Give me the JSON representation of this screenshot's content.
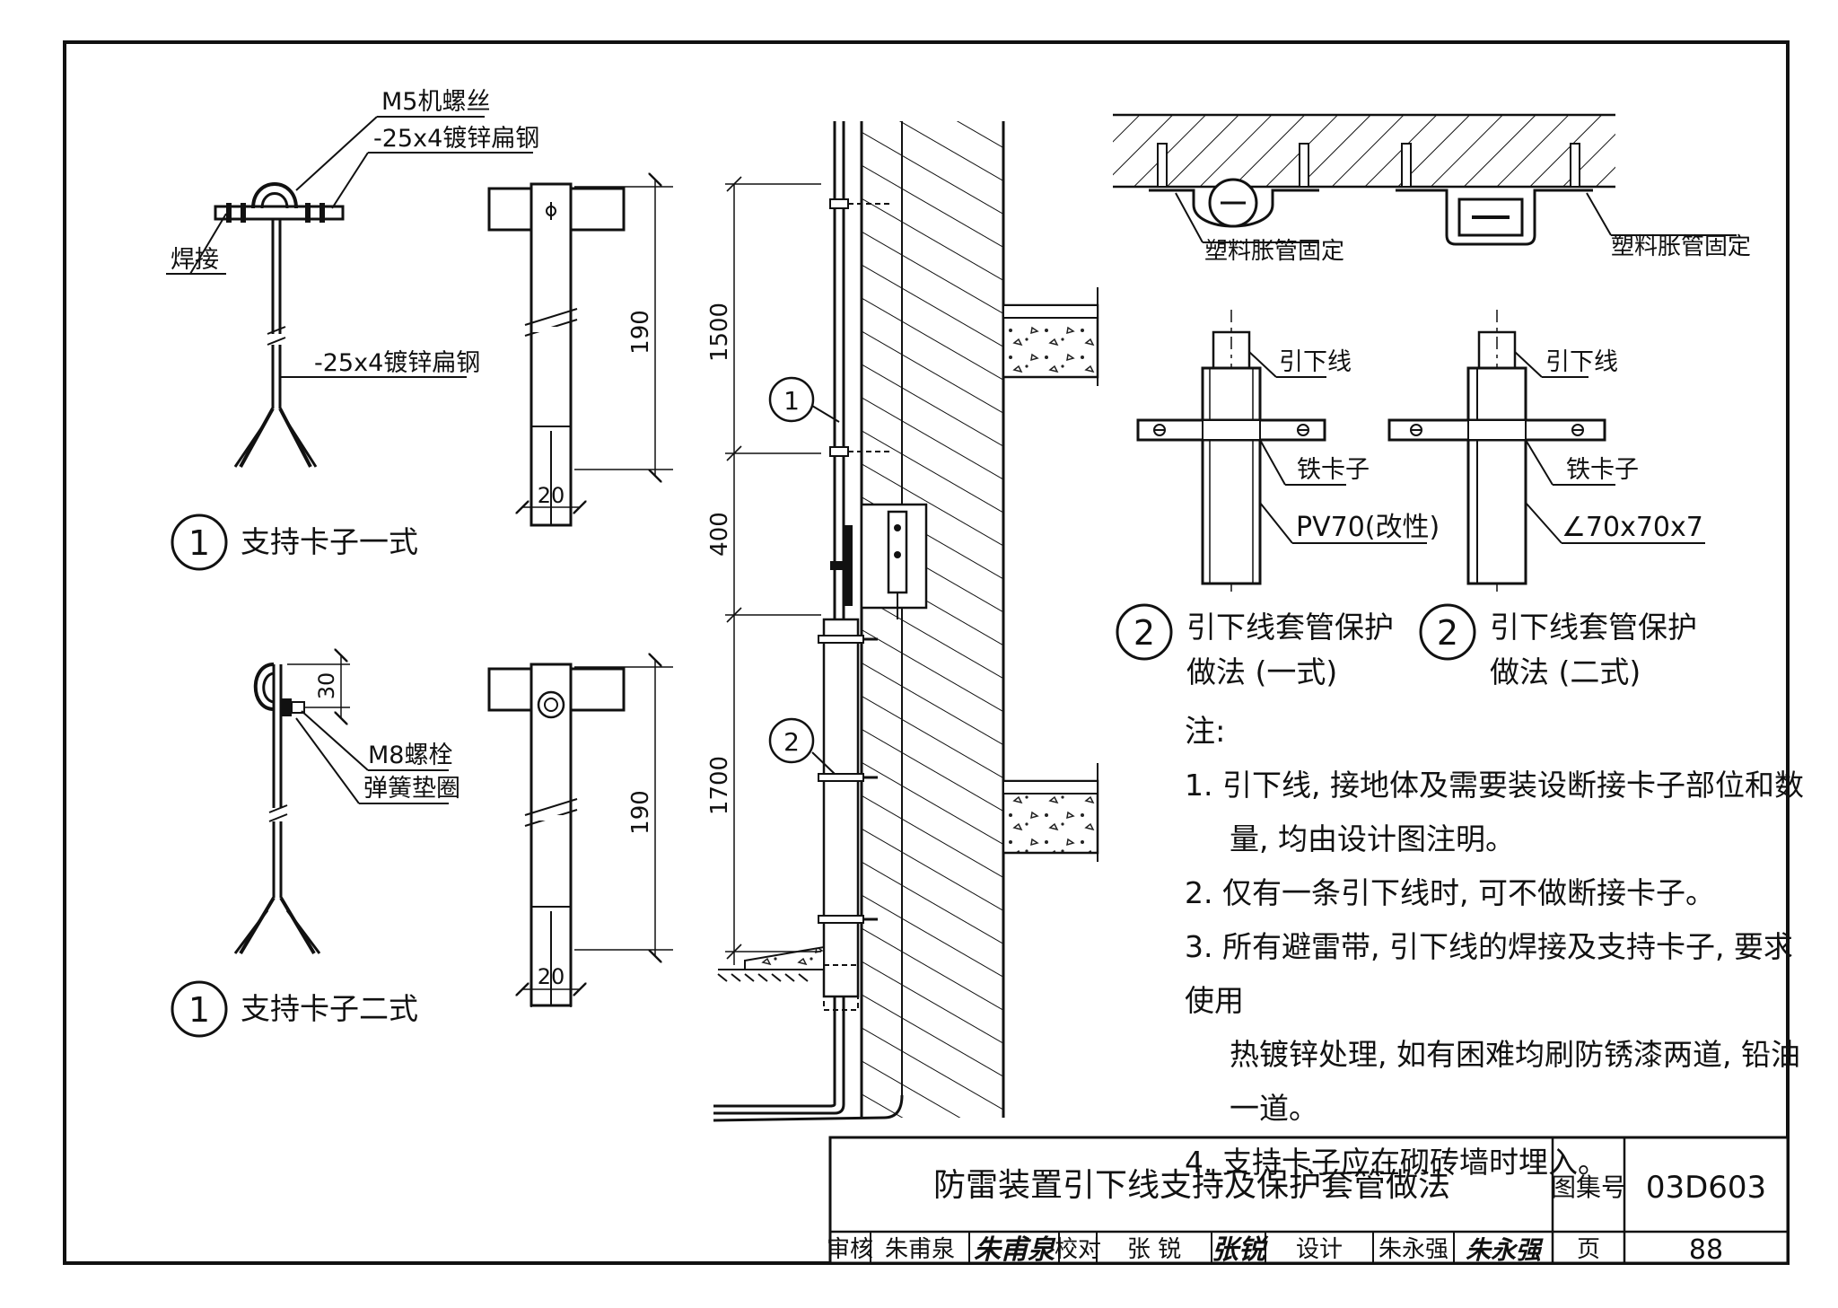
{
  "detail1_type1": {
    "callout_screw": "M5机螺丝",
    "callout_flat_steel_top": "-25x4镀锌扁钢",
    "callout_weld": "焊接",
    "callout_flat_steel_body": "-25x4镀锌扁钢",
    "dim_height": "190",
    "dim_width": "20",
    "mark_number": "1",
    "caption": "支持卡子一式"
  },
  "detail1_type2": {
    "dim_offset": "30",
    "callout_bolt": "M8螺栓",
    "callout_washer": "弹簧垫圈",
    "dim_height": "190",
    "dim_width": "20",
    "mark_number": "1",
    "caption": "支持卡子二式"
  },
  "elevation": {
    "dim_1500": "1500",
    "dim_400": "400",
    "dim_1700": "1700",
    "marker_1": "1",
    "marker_2": "2"
  },
  "fixing": {
    "left_label": "塑料胀管固定",
    "right_label": "塑料胀管固定"
  },
  "detail2_type1": {
    "label_wire": "引下线",
    "label_clamp": "铁卡子",
    "label_pipe": "PV70(改性)",
    "mark_number": "2",
    "caption_line1": "引下线套管保护",
    "caption_line2": "做法 (一式)"
  },
  "detail2_type2": {
    "label_wire": "引下线",
    "label_clamp": "铁卡子",
    "label_angle": "∠70x70x7",
    "mark_number": "2",
    "caption_line1": "引下线套管保护",
    "caption_line2": "做法 (二式)"
  },
  "notes": {
    "heading": "注:",
    "items": [
      "1. 引下线, 接地体及需要装设断接卡子部位和数",
      "量, 均由设计图注明。",
      "2. 仅有一条引下线时, 可不做断接卡子。",
      "3. 所有避雷带, 引下线的焊接及支持卡子, 要求使用",
      "热镀锌处理, 如有困难均刷防锈漆两道, 铅油一道。",
      "4. 支持卡子应在砌砖墙时埋入。"
    ]
  },
  "title_block": {
    "title": "防雷装置引下线支持及保护套管做法",
    "atlas_label": "图集号",
    "atlas_number": "03D603",
    "review_label": "审核",
    "review_name": "朱甫泉",
    "review_signature": "朱甫泉",
    "check_label": "校对",
    "check_name": "张  锐",
    "check_signature": "张锐",
    "design_label": "设计",
    "design_name": "朱永强",
    "design_signature": "朱永强",
    "page_label": "页",
    "page_number": "88"
  }
}
